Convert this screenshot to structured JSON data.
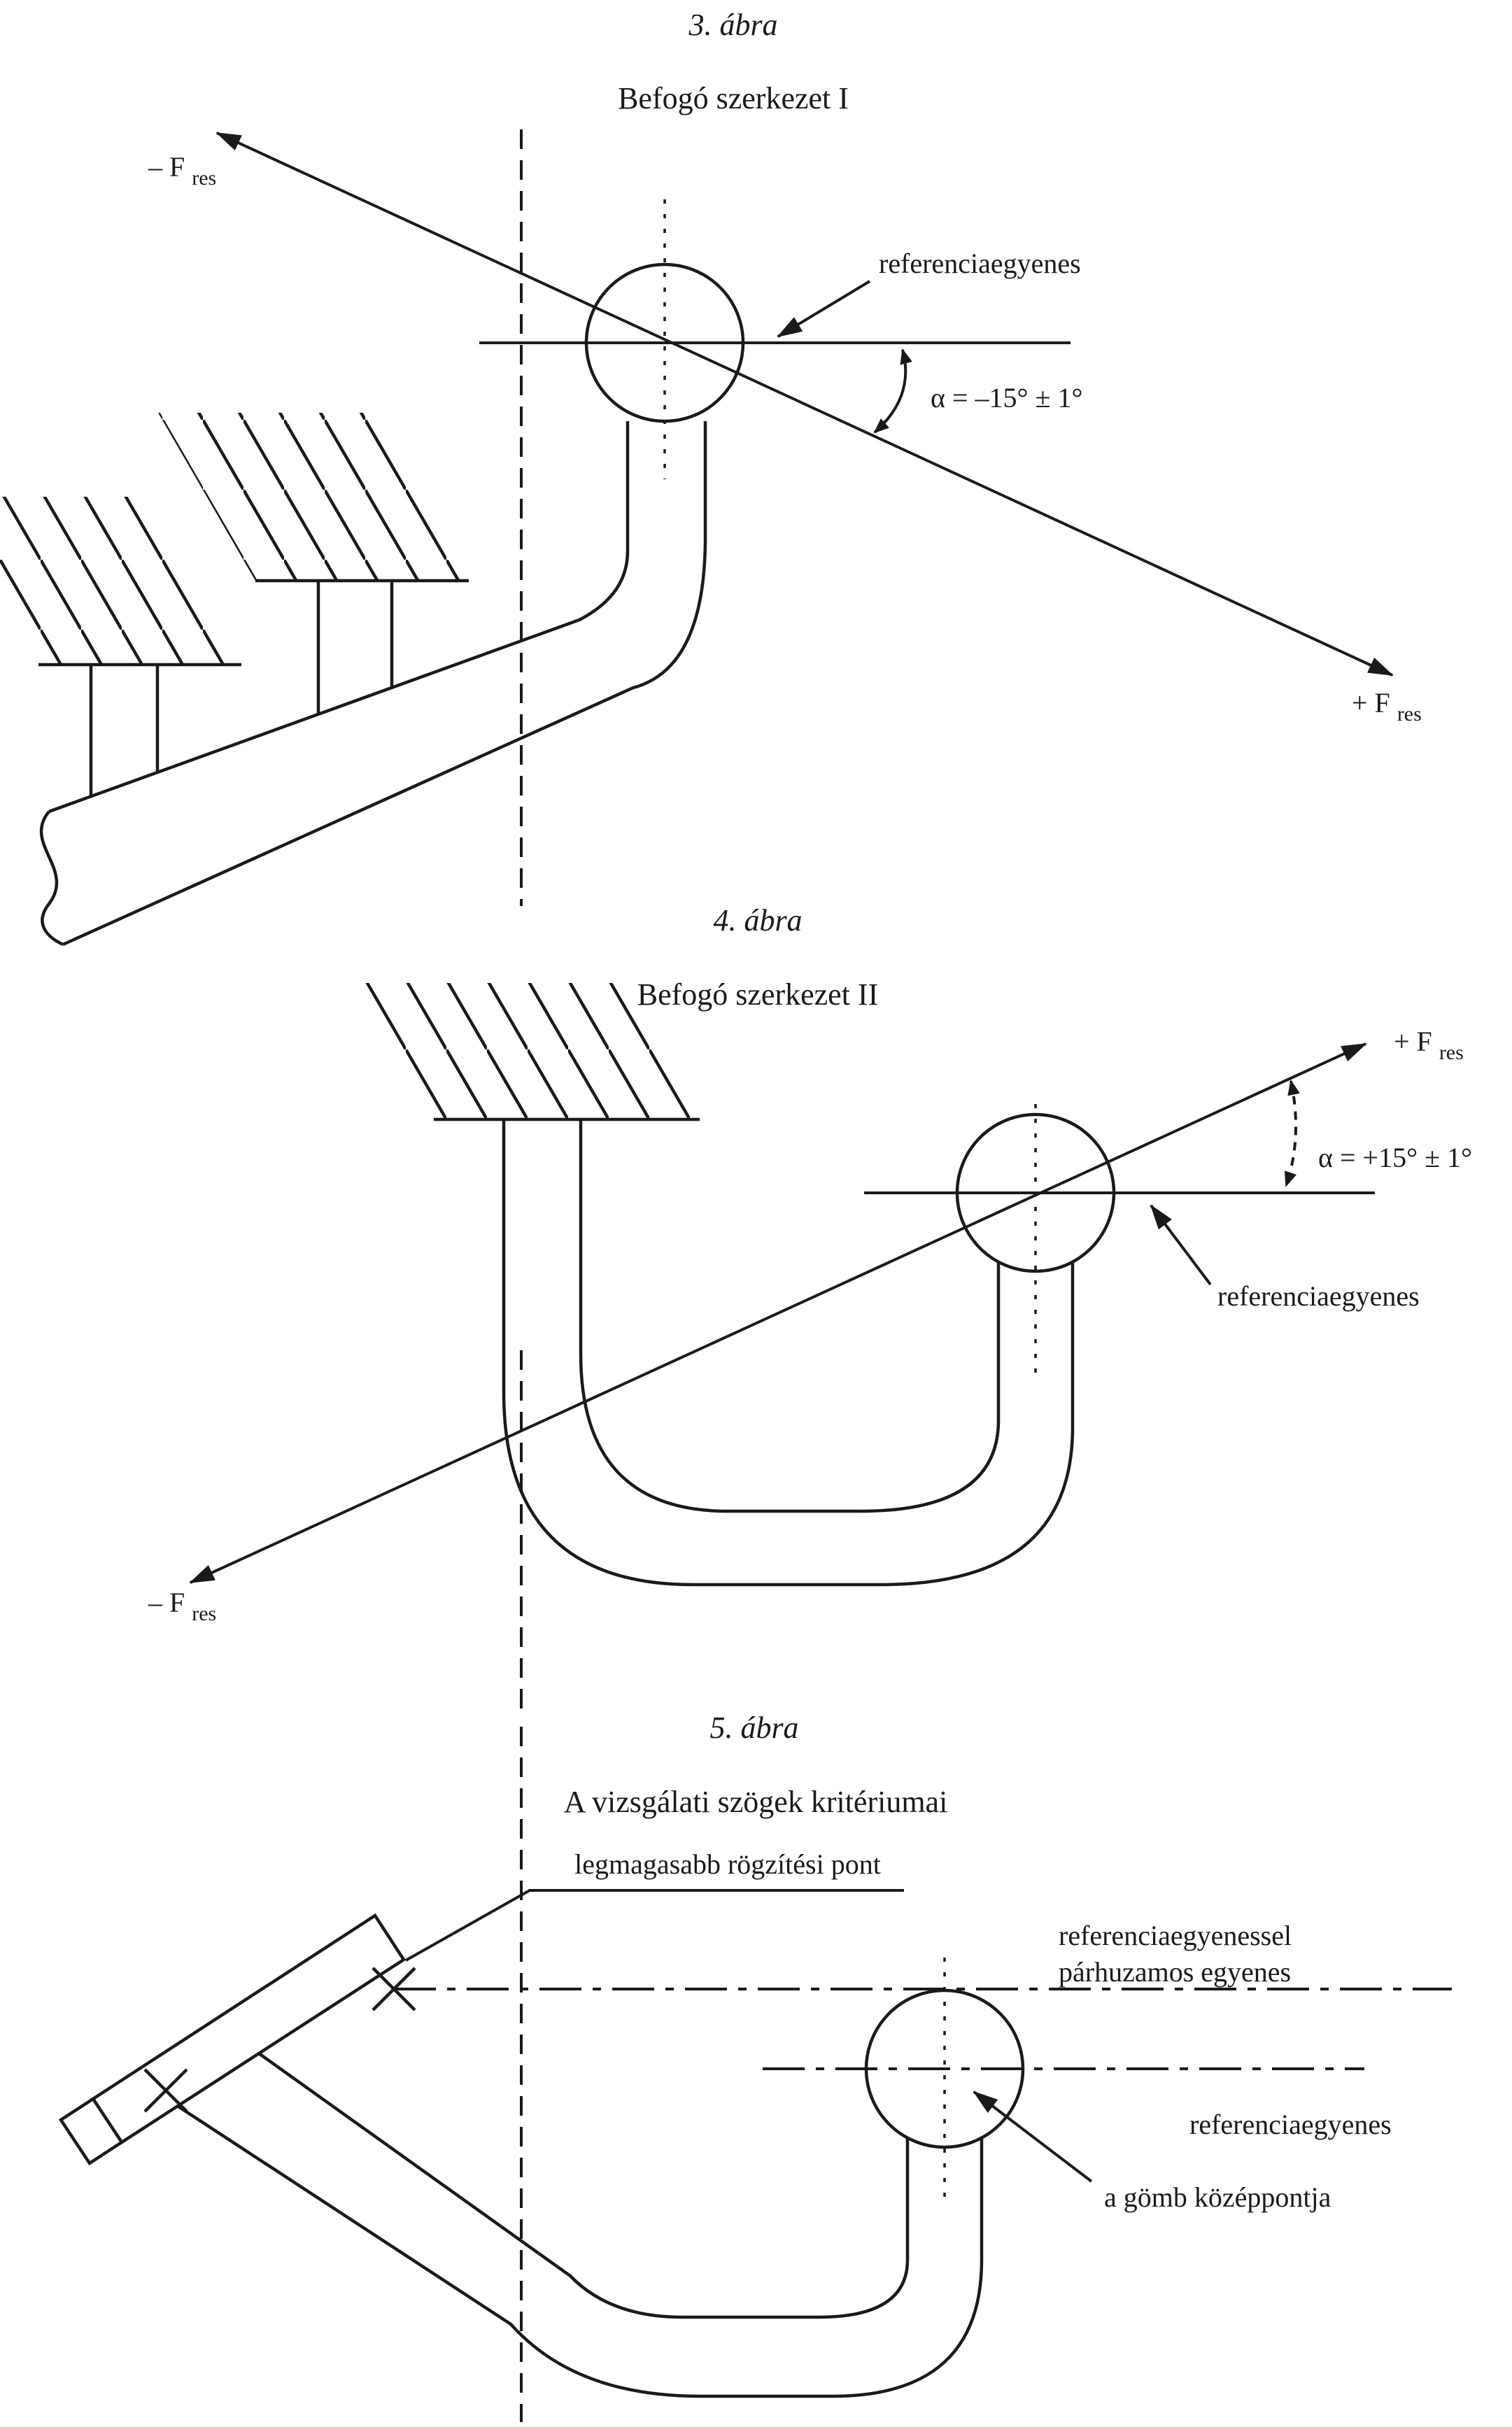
{
  "figure3": {
    "title": "3. ábra",
    "subtitle": "Befogó szerkezet I",
    "force_minus": "– F",
    "force_minus_sub": "res",
    "force_plus": "+ F",
    "force_plus_sub": "res",
    "reference_line_label": "referenciaegyenes",
    "angle_label": "α = –15° ± 1°"
  },
  "figure4": {
    "title": "4. ábra",
    "subtitle": "Befogó szerkezet II",
    "force_plus": "+ F",
    "force_plus_sub": "res",
    "force_minus": "– F",
    "force_minus_sub": "res",
    "reference_line_label": "referenciaegyenes",
    "angle_label": "α = +15° ± 1°"
  },
  "figure5": {
    "title": "5. ábra",
    "subtitle": "A vizsgálati szögek kritériumai",
    "highest_fixing_point_label": "legmagasabb rögzítési pont",
    "parallel_line_label_1": "referenciaegyenessel",
    "parallel_line_label_2": "párhuzamos egyenes",
    "reference_line_label": "referenciaegyenes",
    "ball_center_label": "a gömb középpontja"
  }
}
